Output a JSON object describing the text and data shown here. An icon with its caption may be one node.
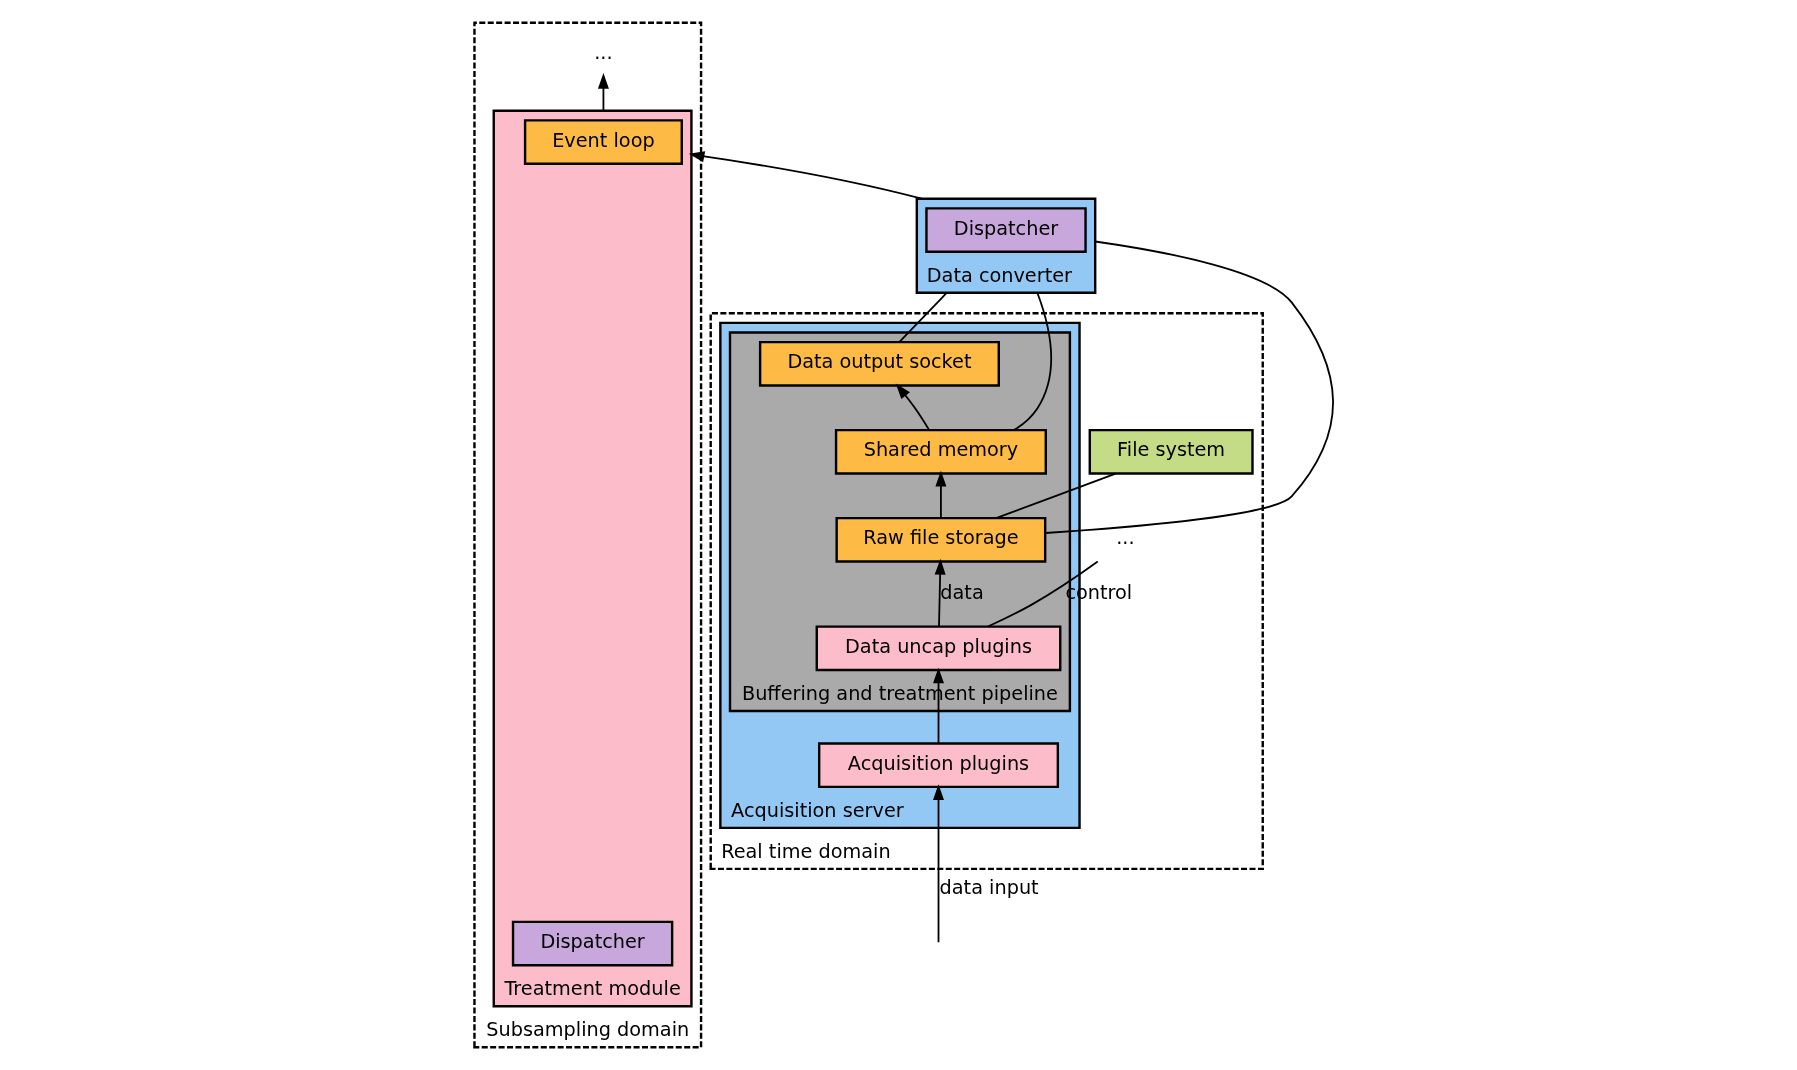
{
  "diagram": {
    "nodes": [
      {
        "text": [
          "Real time domain"
        ]
      },
      {
        "text": [
          "Acquisition server"
        ],
        "in": 0
      },
      {
        "text": [
          "Buffering and treatment pipeline"
        ],
        "in": 1
      },
      {
        "text": [
          "Data output socket"
        ],
        "in": 2
      },
      {
        "text": [
          "Shared memory"
        ],
        "in": 2
      },
      {
        "text": [
          "Raw file storage"
        ],
        "in": 2
      },
      {
        "text": [
          "Data uncap plugins"
        ],
        "in": 2
      },
      {
        "text": [
          "Acquisition plugins"
        ],
        "in": 1
      },
      {
        "text": [
          "Data converter"
        ]
      },
      {
        "text": [
          "Subsampling domain"
        ]
      },
      {
        "text": [
          "Dispatcher"
        ],
        "in": 8
      },
      {
        "text": [
          "File system"
        ],
        "in": 0
      },
      {
        "text": [
          "Treatment module"
        ],
        "in": 9
      },
      {
        "text": [
          "Event loop"
        ],
        "in": 12
      },
      {
        "text": [
          "Dispatcher"
        ],
        "in": 12
      },
      {
        "text": [
          "..."
        ],
        "in": 0
      },
      {
        "text": [
          "..."
        ],
        "in": 9
      }
    ],
    "edges": [
      {
        "from": null,
        "to": 7,
        "arrow": "to",
        "label": "data input"
      },
      {
        "from": 7,
        "to": 6,
        "arrow": "to"
      },
      {
        "from": 6,
        "to": 5,
        "arrow": "to",
        "label": "data"
      },
      {
        "from": 5,
        "to": 4,
        "arrow": "to"
      },
      {
        "from": 4,
        "to": 3,
        "arrow": "to"
      },
      {
        "from": 3,
        "to": 8,
        "arrow": "none"
      },
      {
        "from": 4,
        "to": 8,
        "arrow": "none"
      },
      {
        "from": 5,
        "to": 8,
        "arrow": "none"
      },
      {
        "from": 5,
        "to": 11,
        "arrow": "none"
      },
      {
        "from": 6,
        "to": 15,
        "arrow": "none",
        "label": "control"
      },
      {
        "from": 8,
        "to": 12,
        "arrow": "to"
      },
      {
        "from": 12,
        "to": 16,
        "arrow": "to"
      }
    ]
  }
}
